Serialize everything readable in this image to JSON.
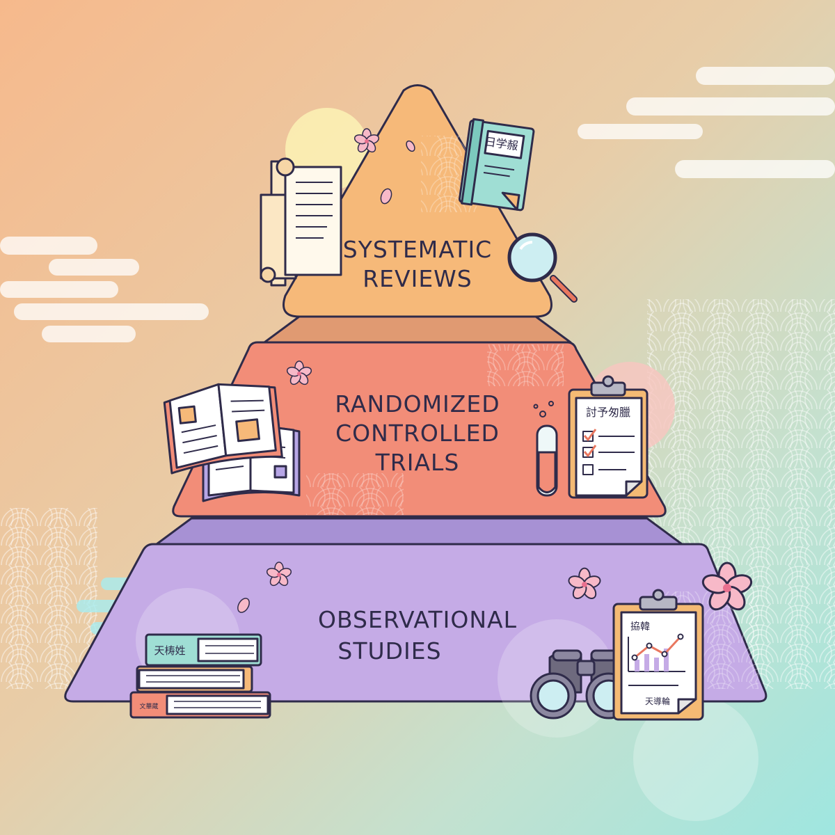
{
  "tiers": [
    {
      "lines": [
        "SYSTEMATIC",
        "REVIEWS"
      ],
      "color": "#f6b979"
    },
    {
      "lines": [
        "RANDOMIZED",
        "CONTROLLED",
        "TRIALS"
      ],
      "color": "#f28d78"
    },
    {
      "lines": [
        "OBSERVATIONAL",
        "STUDIES"
      ],
      "color": "#c5abe6"
    }
  ],
  "labels": {
    "book_top_title": "日学赧",
    "clipboard_title": "討予匆臘",
    "book_stack_top": "天梼姓",
    "book_stack_bottom": "文華蔵",
    "chart_title": "拹韓",
    "chart_footer": "天導輪"
  },
  "colors": {
    "background_top_left": "#f6b98c",
    "background_bottom_right": "#9fe6e0",
    "outline": "#2f2b4a",
    "sakura": "#f7b9c8"
  },
  "icons": [
    "scroll-icon",
    "book-icon",
    "magnifier-icon",
    "open-book-icon",
    "test-tube-icon",
    "clipboard-checklist-icon",
    "book-stack-icon",
    "binoculars-icon",
    "chart-clipboard-icon",
    "sakura-icon",
    "cloud-icon"
  ]
}
